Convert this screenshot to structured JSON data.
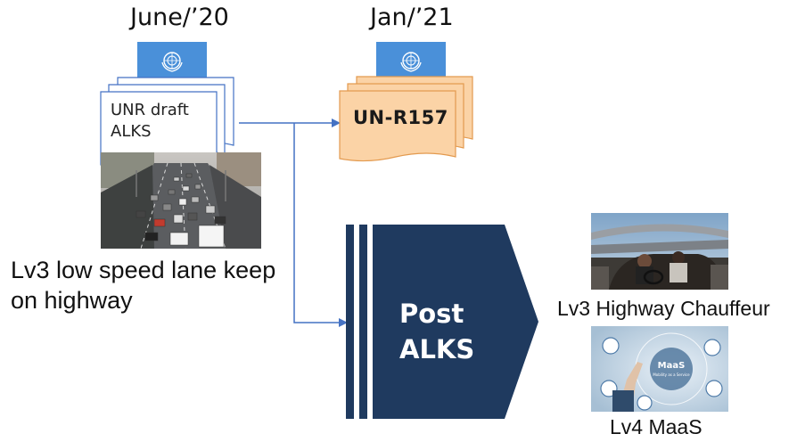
{
  "dates": {
    "left": "June/’20",
    "right": "Jan/’21"
  },
  "draft_doc": {
    "line1": "UNR draft",
    "line2": "ALKS"
  },
  "regulation_doc": {
    "label": "UN-R157"
  },
  "left_caption": {
    "line1": "Lv3 low speed lane keep",
    "line2": "on highway"
  },
  "post_box": {
    "line1": "Post",
    "line2": "ALKS"
  },
  "right_captions": {
    "top": "Lv3 Highway Chauffeur",
    "bottom": "Lv4 MaaS"
  },
  "maas_photo": {
    "badge": "MaaS",
    "badge_sub": "Mobility as a Service"
  },
  "colors": {
    "un_blue": "#4a90d9",
    "arrow_blue": "#4472c4",
    "post_navy": "#1f3a5f",
    "doc_orange_fill": "#fbd3a6",
    "doc_orange_stroke": "#e39a4f"
  },
  "icons": [
    "un-emblem-icon",
    "arrow-icon"
  ]
}
